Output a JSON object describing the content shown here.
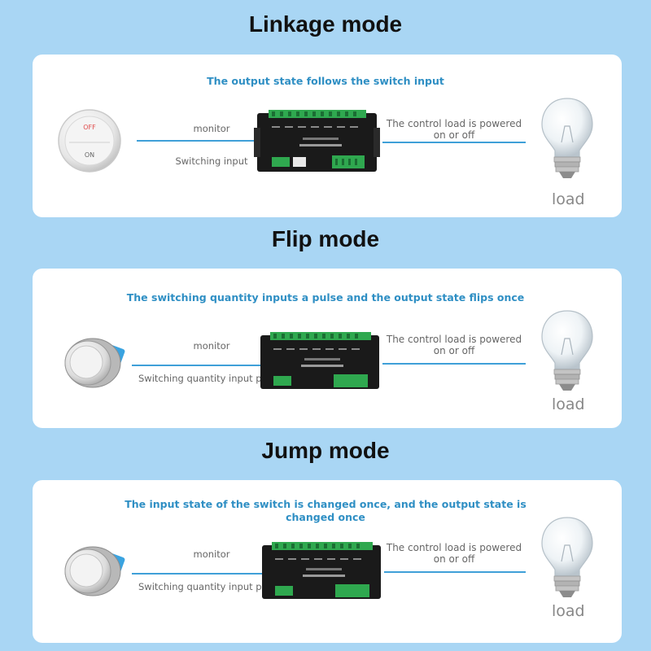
{
  "sections": [
    {
      "title": "Linkage mode",
      "caption": "The output state follows the switch input",
      "monitor_label": "monitor",
      "input_label": "Switching input",
      "output_label": "The control load is powered on or off",
      "load_label": "load",
      "switch_type": "rocker-switch-icon",
      "switch_on": "ON",
      "switch_off": "OFF"
    },
    {
      "title": "Flip mode",
      "caption": "The switching quantity inputs a pulse and the output state flips once",
      "monitor_label": "monitor",
      "input_label": "Switching quantity input pulse",
      "output_label": "The control load is powered on or off",
      "load_label": "load",
      "switch_type": "push-button-icon"
    },
    {
      "title": "Jump mode",
      "caption": "The input state of the switch is changed once, and the output state is changed once",
      "monitor_label": "monitor",
      "input_label": "Switching quantity input pulse",
      "output_label": "The control load is powered on or off",
      "load_label": "load",
      "switch_type": "push-button-icon"
    }
  ],
  "colors": {
    "background": "#a9d6f4",
    "card": "#ffffff",
    "accent": "#2f8fc4",
    "line": "#3fa0d8",
    "title": "#111111",
    "text": "#666666"
  },
  "icons": {
    "device": "relay-module-icon",
    "load": "light-bulb-icon"
  }
}
